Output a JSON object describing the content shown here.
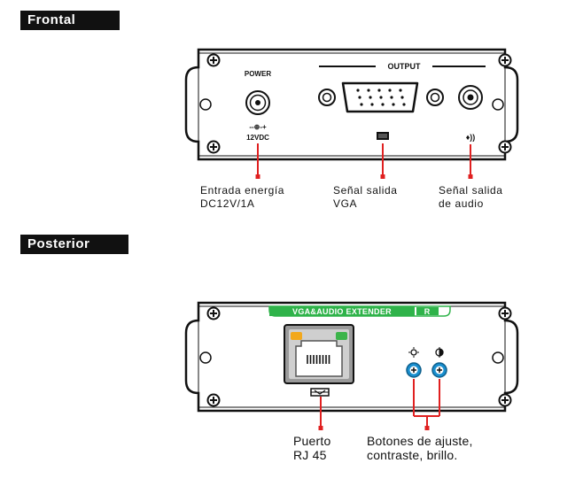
{
  "front": {
    "title": "Frontal",
    "power_label": "POWER",
    "output_label": "OUTPUT",
    "power_symbol": "--⊕-+",
    "voltage_label": "12VDC",
    "audio_symbol": "♦))",
    "callouts": {
      "power": [
        "Entrada energía",
        "DC12V/1A"
      ],
      "vga": [
        "Señal salida",
        "VGA"
      ],
      "audio": [
        "Señal salida",
        "de audio"
      ]
    }
  },
  "back": {
    "title": "Posterior",
    "banner_label": "VGA&AUDIO EXTENDER",
    "banner_suffix": "R",
    "callouts": {
      "rj45": [
        "Puerto",
        "RJ 45"
      ],
      "buttons": [
        "Botones de ajuste,",
        "contraste, brillo."
      ]
    }
  },
  "colors": {
    "callout_line": "#e02020",
    "banner_green": "#2fb34a",
    "led_orange": "#f2a81c",
    "led_green": "#3cb44a",
    "knob_blue": "#1a8fcf"
  }
}
